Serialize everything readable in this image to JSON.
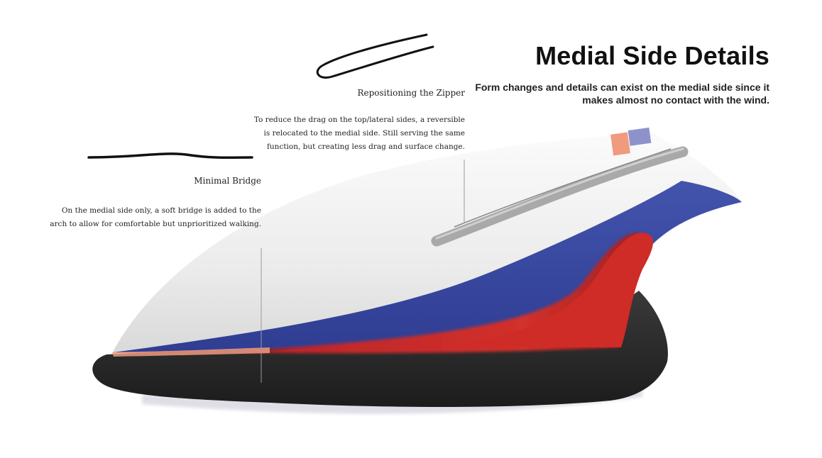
{
  "header": {
    "title": "Medial Side Details",
    "subtitle": "Form changes and details can exist on the medial side since it makes almost no contact with the wind."
  },
  "annotations": {
    "zipper": {
      "heading": "Repositioning the Zipper",
      "body": "To reduce the drag on the top/lateral sides, a reversible is relocated to the medial side. Still serving the same function, but creating less drag and surface change."
    },
    "bridge": {
      "heading": "Minimal Bridge",
      "body": "On the medial side only, a soft bridge is added to the arch to allow for comfortable but unprioritized walking."
    }
  },
  "colors": {
    "white_upper": "#eeeeee",
    "blue_band": "#3b4aa3",
    "red_band": "#cc2a25",
    "black_sole": "#2a2a2a",
    "zipper_gray": "#a9a9a9",
    "salmon_accent": "#f09a7e",
    "lavender_accent": "#8e92cc"
  }
}
